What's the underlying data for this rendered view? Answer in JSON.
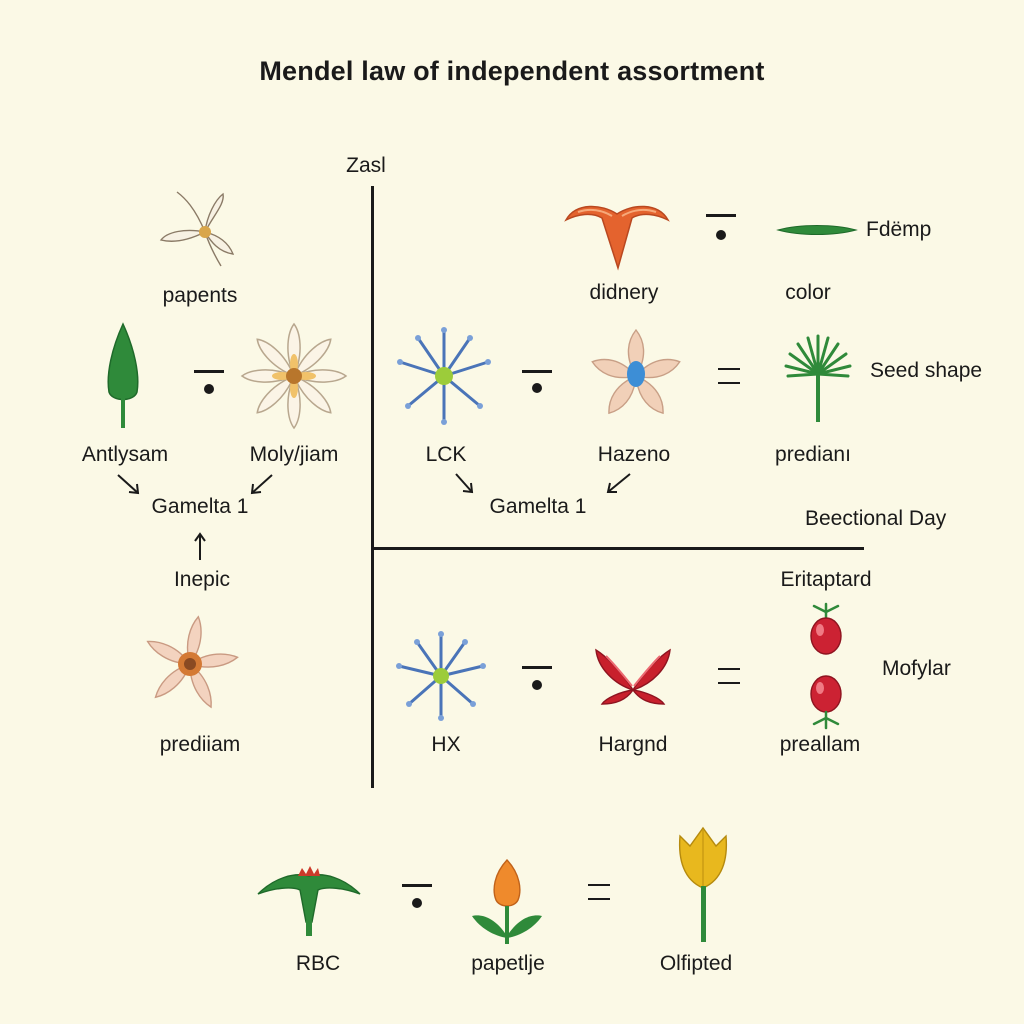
{
  "title": "Mendel law of independent assortment",
  "axis_label": "Zasl",
  "colors": {
    "background": "#fbf9e6",
    "leaf_green": "#2f8a3a",
    "flower_cream": "#f4e9d2",
    "flower_orange": "#e7a869",
    "fruit_red": "#cc2233",
    "tulip_yellow": "#e8b81e",
    "blue_filament": "#4a74b8"
  },
  "left_panel": {
    "parents_label": "papents",
    "parent_1": "Antlysam",
    "parent_2": "Moly/jiam",
    "gamete": "Gamelta 1",
    "source": "Inepic",
    "offspring": "prediiam"
  },
  "upper_right": {
    "label_a": "didnery",
    "label_b": "color",
    "label_c": "Fdëmp",
    "label_seed": "Seed shape",
    "cross_1": "LCK",
    "cross_2": "Hazeno",
    "result": "predianı",
    "gamete": "Gamelta 1",
    "side_label": "Beectional Day"
  },
  "lower_right": {
    "top_label": "Eritaptard",
    "side_label": "Mofylar",
    "cross_1": "HX",
    "cross_2": "Hargnd",
    "result": "preallam"
  },
  "bottom_row": {
    "item_1": "RBC",
    "item_2": "papetlje",
    "item_3": "Olfipted"
  },
  "icons": {
    "parents": "dried-flower-icon",
    "leaf": "leaf-icon",
    "white_flower": "white-flower-icon",
    "seed_pod": "orange-seed-pod-icon",
    "blade": "green-blade-icon",
    "blue_star_1": "blue-filament-flower-icon",
    "peach_flower_blue": "peach-flower-icon",
    "palm": "palm-frond-icon",
    "star_flower": "star-flower-icon",
    "blue_star_2": "blue-filament-flower-icon",
    "red_flower": "red-flower-icon",
    "berry_top": "red-berry-icon",
    "berry_bottom": "red-berry-icon",
    "sprout": "green-sprout-icon",
    "tulip_bud": "orange-tulip-bud-icon",
    "tulip": "yellow-tulip-icon"
  }
}
